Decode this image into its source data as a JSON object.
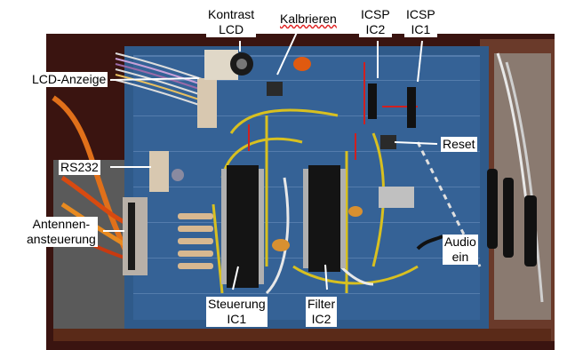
{
  "colors": {
    "board": "#2f5a8a",
    "enclosure": "#3a1410",
    "label_bg": "#ffffff",
    "label_text": "#000000",
    "arrow": "#ffffff"
  },
  "labels": {
    "kontrast": [
      "Kontrast",
      "LCD"
    ],
    "kalibrieren": "Kalbrieren",
    "icsp_ic2": [
      "ICSP",
      "IC2"
    ],
    "icsp_ic1": [
      "ICSP",
      "IC1"
    ],
    "lcd_anzeige": "LCD-Anzeige",
    "rs232": "RS232",
    "antennen": [
      "Antennen-",
      "ansteuerung"
    ],
    "reset": "Reset",
    "audio": [
      "Audio",
      "ein"
    ],
    "steuerung": [
      "Steuerung",
      "IC1"
    ],
    "filter": [
      "Filter",
      "IC2"
    ]
  }
}
